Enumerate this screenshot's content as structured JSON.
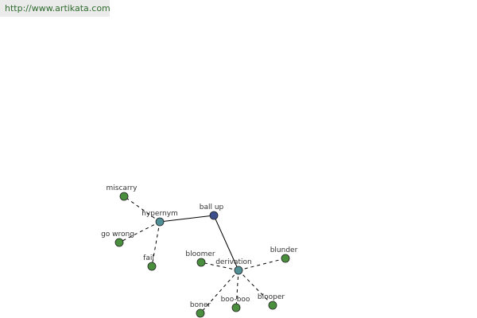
{
  "header": {
    "url": "http://www.artikata.com"
  },
  "graph": {
    "colors": {
      "center": "#3d4f8c",
      "relation": "#4f8f95",
      "leaf": "#4a8f3e",
      "outline": "#222222",
      "edge": "#000000"
    },
    "nodes": [
      {
        "id": "ball-up",
        "label": "ball up",
        "kind": "center"
      },
      {
        "id": "hypernym",
        "label": "hypernym",
        "kind": "relation"
      },
      {
        "id": "derivation",
        "label": "derivation",
        "kind": "relation"
      },
      {
        "id": "miscarry",
        "label": "miscarry",
        "kind": "leaf"
      },
      {
        "id": "go-wrong",
        "label": "go wrong",
        "kind": "leaf"
      },
      {
        "id": "fail",
        "label": "fail",
        "kind": "leaf"
      },
      {
        "id": "bloomer",
        "label": "bloomer",
        "kind": "leaf"
      },
      {
        "id": "blunder",
        "label": "blunder",
        "kind": "leaf"
      },
      {
        "id": "boner",
        "label": "boner",
        "kind": "leaf"
      },
      {
        "id": "boo-boo",
        "label": "boo-boo",
        "kind": "leaf"
      },
      {
        "id": "blooper",
        "label": "blooper",
        "kind": "leaf"
      }
    ],
    "edges": [
      {
        "from": "ball-up",
        "to": "hypernym",
        "style": "solid"
      },
      {
        "from": "ball-up",
        "to": "derivation",
        "style": "solid"
      },
      {
        "from": "hypernym",
        "to": "miscarry",
        "style": "dashed"
      },
      {
        "from": "hypernym",
        "to": "go-wrong",
        "style": "dashed"
      },
      {
        "from": "hypernym",
        "to": "fail",
        "style": "dashed"
      },
      {
        "from": "derivation",
        "to": "bloomer",
        "style": "dashed"
      },
      {
        "from": "derivation",
        "to": "blunder",
        "style": "dashed"
      },
      {
        "from": "derivation",
        "to": "boner",
        "style": "dashed"
      },
      {
        "from": "derivation",
        "to": "boo-boo",
        "style": "dashed"
      },
      {
        "from": "derivation",
        "to": "blooper",
        "style": "dashed"
      }
    ]
  }
}
